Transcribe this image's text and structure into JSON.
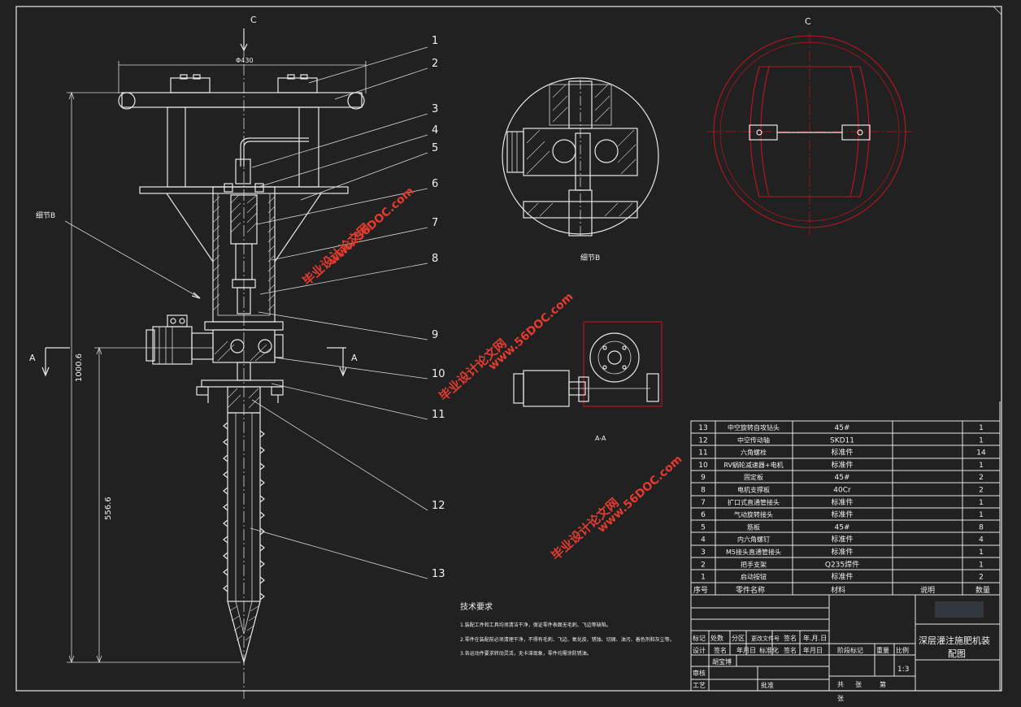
{
  "dimensions": {
    "width_top": "Φ430",
    "height_total": "1000.6",
    "height_lower": "556.6"
  },
  "section_labels": {
    "c_top": "C",
    "c_right": "C",
    "a_left": "A",
    "a_right": "A",
    "detail_label": "细节B",
    "detail_caption": "细节B",
    "aa_caption": "A-A"
  },
  "callouts": [
    "1",
    "2",
    "3",
    "4",
    "5",
    "6",
    "7",
    "8",
    "9",
    "10",
    "11",
    "12",
    "13"
  ],
  "watermarks": [
    "毕业设计论文网",
    "www.56DOC.com"
  ],
  "bom": {
    "header": {
      "no": "序号",
      "name": "零件名称",
      "material": "材料",
      "note": "说明",
      "qty": "数量"
    },
    "rows": [
      {
        "no": "13",
        "name": "中空旋转自攻钻头",
        "material": "45#",
        "note": "",
        "qty": "1"
      },
      {
        "no": "12",
        "name": "中空传动轴",
        "material": "SKD11",
        "note": "",
        "qty": "1"
      },
      {
        "no": "11",
        "name": "六角螺栓",
        "material": "标准件",
        "note": "",
        "qty": "14"
      },
      {
        "no": "10",
        "name": "RV蜗轮减速器+电机",
        "material": "标准件",
        "note": "",
        "qty": "1"
      },
      {
        "no": "9",
        "name": "固定板",
        "material": "45#",
        "note": "",
        "qty": "2"
      },
      {
        "no": "8",
        "name": "电机支撑板",
        "material": "40Cr",
        "note": "",
        "qty": "2"
      },
      {
        "no": "7",
        "name": "扩口式直通管接头",
        "material": "标准件",
        "note": "",
        "qty": "1"
      },
      {
        "no": "6",
        "name": "气动旋转接头",
        "material": "标准件",
        "note": "",
        "qty": "1"
      },
      {
        "no": "5",
        "name": "筋板",
        "material": "45#",
        "note": "",
        "qty": "8"
      },
      {
        "no": "4",
        "name": "内六角螺钉",
        "material": "标准件",
        "note": "",
        "qty": "4"
      },
      {
        "no": "3",
        "name": "M5接头直通管接头",
        "material": "标准件",
        "note": "",
        "qty": "1"
      },
      {
        "no": "2",
        "name": "把手支架",
        "material": "Q235焊件",
        "note": "",
        "qty": "1"
      },
      {
        "no": "1",
        "name": "启动按钮",
        "material": "标准件",
        "note": "",
        "qty": "2"
      }
    ]
  },
  "tech_req": {
    "title": "技术要求",
    "items": [
      "1.装配工件和工具均须清洁干净，保证零件表面无毛刺、飞边等缺陷。",
      "2.零件在装配前必须清理干净，不得有毛刺、飞边、氧化皮、锈蚀、切屑、油污、着色剂和灰尘等。",
      "3.各运动件要求转动灵活，无卡滞现象，零件均需涂防锈油。"
    ]
  },
  "title_block": {
    "title_line1": "深层灌注施肥机装",
    "title_line2": "配图",
    "row_marks": [
      "标记",
      "处数",
      "分区",
      "更改文件号",
      "签名",
      "年.月.日"
    ],
    "row_design": [
      "设计",
      "签名",
      "年月日",
      "标准化",
      "签名",
      "年月日"
    ],
    "stage_mark": "阶段标记",
    "weight": "重量",
    "scale_label": "比例",
    "scale": "1:3",
    "designer": "胡宝博",
    "review": "审核",
    "process": "工艺",
    "approve": "批准",
    "total": "共",
    "sheets": "张",
    "page": "第",
    "page_unit": "张"
  }
}
